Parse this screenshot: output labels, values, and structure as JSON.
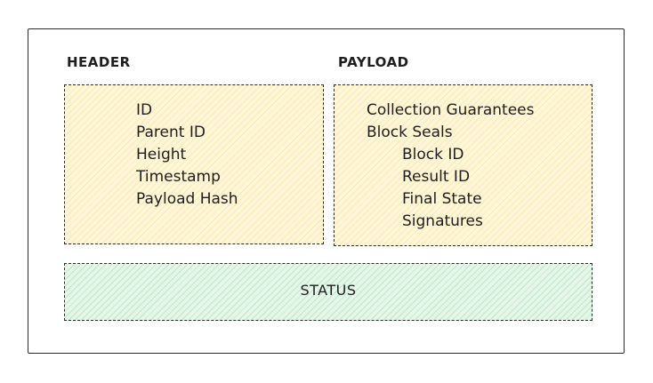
{
  "header": {
    "title": "HEADER",
    "fields": [
      "ID",
      "Parent ID",
      "Height",
      "Timestamp",
      "Payload Hash"
    ]
  },
  "payload": {
    "title": "PAYLOAD",
    "fields": [
      "Collection Guarantees",
      "Block Seals"
    ],
    "seal_fields": [
      "Block ID",
      "Result ID",
      "Final State",
      "Signatures"
    ]
  },
  "status": {
    "label": "STATUS"
  },
  "colors": {
    "header_fill": "#fff6d8",
    "payload_fill": "#fff6d8",
    "status_fill": "#e6f7ea",
    "stroke": "#2a2a2a"
  }
}
